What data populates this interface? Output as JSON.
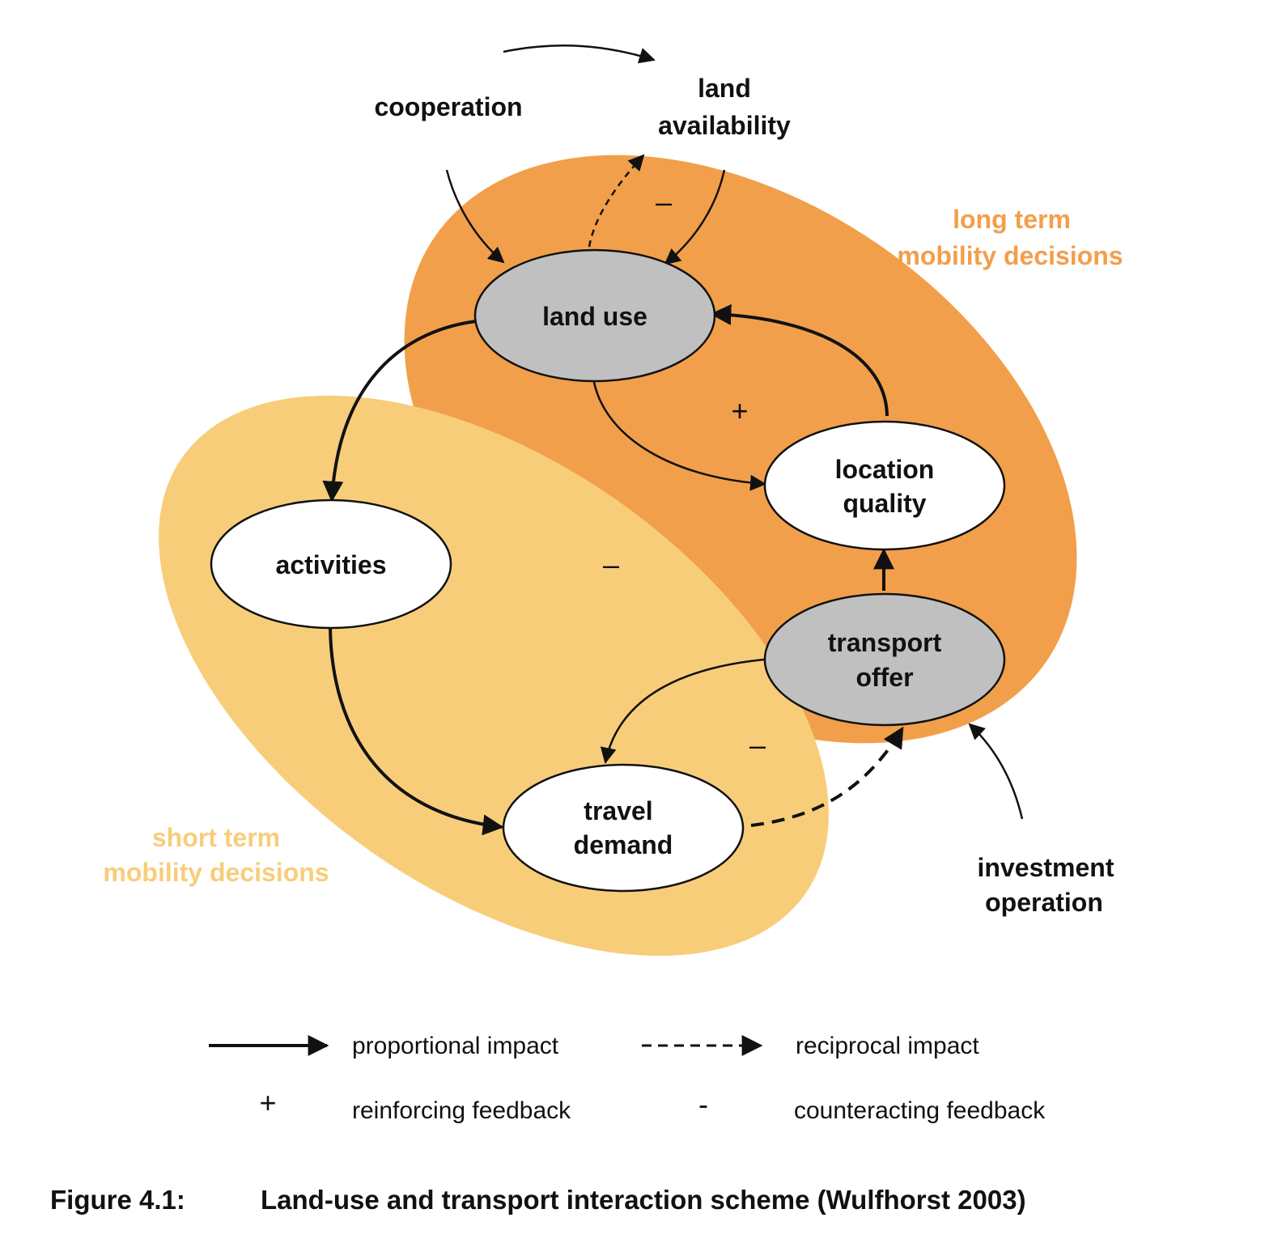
{
  "colors": {
    "long_term_region": "#F29F4B",
    "short_term_region": "#F8CD7A",
    "long_term_text": "#F29F4B",
    "short_term_text": "#F8CD7A",
    "node_gray": "#C0C0C0",
    "node_white": "#FFFFFF",
    "line": "#111111"
  },
  "regions": {
    "long_term": {
      "line1": "long term",
      "line2": "mobility decisions"
    },
    "short_term": {
      "line1": "short term",
      "line2": "mobility decisions"
    }
  },
  "nodes": {
    "land_use": {
      "line1": "land use"
    },
    "location_quality": {
      "line1": "location",
      "line2": "quality"
    },
    "activities": {
      "line1": "activities"
    },
    "transport_offer": {
      "line1": "transport",
      "line2": "offer"
    },
    "travel_demand": {
      "line1": "travel",
      "line2": "demand"
    }
  },
  "external": {
    "cooperation": "cooperation",
    "land_availability": {
      "line1": "land",
      "line2": "availability"
    },
    "investment_operation": {
      "line1": "investment",
      "line2": "operation"
    }
  },
  "signs": {
    "land_availability": "–",
    "land_use_loop": "+",
    "center": "–",
    "transport_loop": "–"
  },
  "legend": {
    "proportional": "proportional impact",
    "reciprocal": "reciprocal impact",
    "reinforcing_symbol": "+",
    "reinforcing": "reinforcing feedback",
    "counteracting_symbol": "-",
    "counteracting": "counteracting feedback"
  },
  "caption": {
    "label": "Figure 4.1:",
    "text": "Land-use and transport interaction scheme (Wulfhorst 2003)"
  }
}
